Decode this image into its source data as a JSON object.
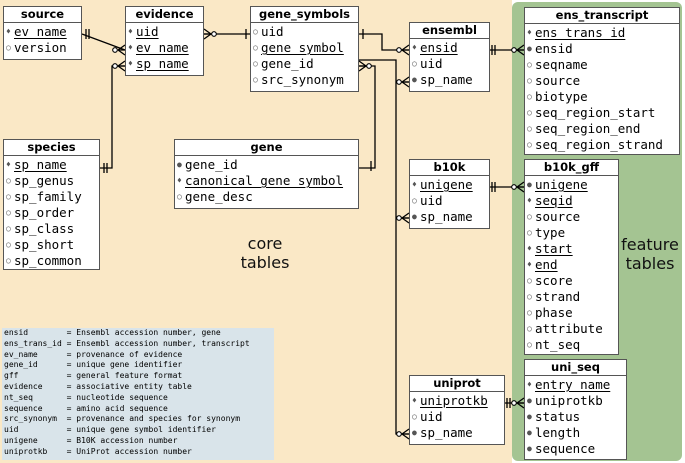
{
  "regions": {
    "core": {
      "label": "core tables"
    },
    "feature": {
      "label": "feature tables"
    }
  },
  "tables": {
    "source": {
      "name": "source",
      "rows": [
        {
          "text": "ev_name",
          "marker": "pk",
          "key": true
        },
        {
          "text": "version",
          "marker": "optional",
          "key": false
        }
      ]
    },
    "evidence": {
      "name": "evidence",
      "rows": [
        {
          "text": "uid",
          "marker": "pk",
          "key": true
        },
        {
          "text": "ev_name",
          "marker": "pk",
          "key": true
        },
        {
          "text": "sp_name",
          "marker": "pk",
          "key": true
        }
      ]
    },
    "gene_symbols": {
      "name": "gene_symbols",
      "rows": [
        {
          "text": "uid",
          "marker": "optional",
          "key": false
        },
        {
          "text": "gene_symbol",
          "marker": "optional",
          "key": true
        },
        {
          "text": "gene_id",
          "marker": "optional",
          "key": false
        },
        {
          "text": "src_synonym",
          "marker": "optional",
          "key": false
        }
      ]
    },
    "ensembl": {
      "name": "ensembl",
      "rows": [
        {
          "text": "ensid",
          "marker": "pk",
          "key": true
        },
        {
          "text": "uid",
          "marker": "optional",
          "key": false
        },
        {
          "text": "sp_name",
          "marker": "fk",
          "key": false
        }
      ]
    },
    "ens_transcript": {
      "name": "ens_transcript",
      "rows": [
        {
          "text": "ens_trans_id",
          "marker": "pk",
          "key": true
        },
        {
          "text": "ensid",
          "marker": "fk",
          "key": false
        },
        {
          "text": "seqname",
          "marker": "optional",
          "key": false
        },
        {
          "text": "source",
          "marker": "optional",
          "key": false
        },
        {
          "text": "biotype",
          "marker": "optional",
          "key": false
        },
        {
          "text": "seq_region_start",
          "marker": "optional",
          "key": false
        },
        {
          "text": "seq_region_end",
          "marker": "optional",
          "key": false
        },
        {
          "text": "seq_region_strand",
          "marker": "optional",
          "key": false
        }
      ]
    },
    "species": {
      "name": "species",
      "rows": [
        {
          "text": "sp_name",
          "marker": "pk",
          "key": true
        },
        {
          "text": "sp_genus",
          "marker": "optional",
          "key": false
        },
        {
          "text": "sp_family",
          "marker": "optional",
          "key": false
        },
        {
          "text": "sp_order",
          "marker": "optional",
          "key": false
        },
        {
          "text": "sp_class",
          "marker": "optional",
          "key": false
        },
        {
          "text": "sp_short",
          "marker": "optional",
          "key": false
        },
        {
          "text": "sp_common",
          "marker": "optional",
          "key": false
        }
      ]
    },
    "gene": {
      "name": "gene",
      "rows": [
        {
          "text": "gene_id",
          "marker": "fk",
          "key": false
        },
        {
          "text": "canonical_gene_symbol",
          "marker": "pk",
          "key": true
        },
        {
          "text": "gene_desc",
          "marker": "optional",
          "key": false
        }
      ]
    },
    "b10k": {
      "name": "b10k",
      "rows": [
        {
          "text": "unigene",
          "marker": "pk",
          "key": true
        },
        {
          "text": "uid",
          "marker": "optional",
          "key": false
        },
        {
          "text": "sp_name",
          "marker": "fk",
          "key": false
        }
      ]
    },
    "b10k_gff": {
      "name": "b10k_gff",
      "rows": [
        {
          "text": "unigene",
          "marker": "fk",
          "key": true
        },
        {
          "text": "seqid",
          "marker": "pk",
          "key": true
        },
        {
          "text": "source",
          "marker": "optional",
          "key": false
        },
        {
          "text": "type",
          "marker": "optional",
          "key": false
        },
        {
          "text": "start",
          "marker": "pk",
          "key": true
        },
        {
          "text": "end",
          "marker": "pk",
          "key": true
        },
        {
          "text": "score",
          "marker": "optional",
          "key": false
        },
        {
          "text": "strand",
          "marker": "optional",
          "key": false
        },
        {
          "text": "phase",
          "marker": "optional",
          "key": false
        },
        {
          "text": "attribute",
          "marker": "optional",
          "key": false
        },
        {
          "text": "nt_seq",
          "marker": "optional",
          "key": false
        }
      ]
    },
    "uniprot": {
      "name": "uniprot",
      "rows": [
        {
          "text": "uniprotkb",
          "marker": "pk",
          "key": true
        },
        {
          "text": "uid",
          "marker": "optional",
          "key": false
        },
        {
          "text": "sp_name",
          "marker": "fk",
          "key": false
        }
      ]
    },
    "uni_seq": {
      "name": "uni_seq",
      "rows": [
        {
          "text": "entry_name",
          "marker": "pk",
          "key": true
        },
        {
          "text": "uniprotkb",
          "marker": "fk",
          "key": false
        },
        {
          "text": "status",
          "marker": "fk",
          "key": false
        },
        {
          "text": "length",
          "marker": "fk",
          "key": false
        },
        {
          "text": "sequence",
          "marker": "fk",
          "key": false
        }
      ]
    }
  },
  "glossary": [
    {
      "term": "ensid",
      "desc": "= Ensembl accession number, gene"
    },
    {
      "term": "ens_trans_id",
      "desc": "= Ensembl accession number, transcript"
    },
    {
      "term": "ev_name",
      "desc": "= provenance of evidence"
    },
    {
      "term": "gene_id",
      "desc": "= unique gene identifier"
    },
    {
      "term": "gff",
      "desc": "= general feature format"
    },
    {
      "term": "evidence",
      "desc": "= associative entity table"
    },
    {
      "term": "nt_seq",
      "desc": "= nucleotide sequence"
    },
    {
      "term": "sequence",
      "desc": "= amino acid sequence"
    },
    {
      "term": "src_synonym",
      "desc": "= provenance and species for synonym"
    },
    {
      "term": "uid",
      "desc": "= unique gene symbol identifier"
    },
    {
      "term": "unigene",
      "desc": "= B10K accession number"
    },
    {
      "term": "uniprotkb",
      "desc": "= UniProt accession number"
    }
  ]
}
